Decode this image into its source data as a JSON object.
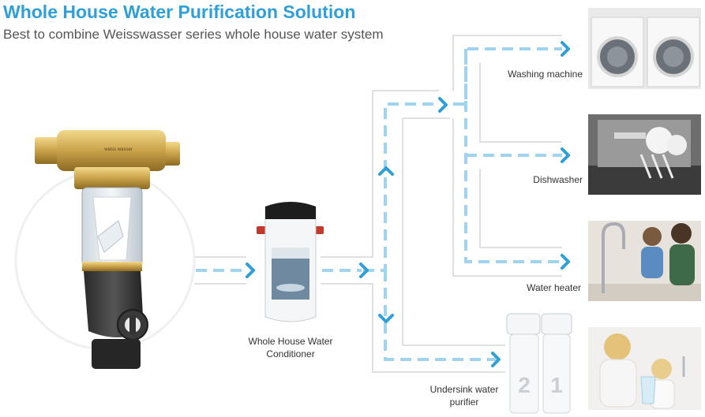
{
  "header": {
    "title": "Whole House Water Purification Solution",
    "subtitle": "Best to combine Weisswasser series whole house water system"
  },
  "products": {
    "prefilter_brand": "weiss wasser",
    "conditioner_label_line1": "Whole House Water",
    "conditioner_label_line2": "Conditioner",
    "undersink_label_line1": "Undersink water",
    "undersink_label_line2": "purifier",
    "stage_1": "1",
    "stage_2": "2"
  },
  "destinations": {
    "washing_machine": "Washing machine",
    "dishwasher": "Dishwasher",
    "water_heater": "Water heater"
  },
  "colors": {
    "accent": "#2e9fd8",
    "flow_line": "#9fd3ee",
    "arrow": "#2e9fd8",
    "brass": "#c9a24a",
    "text": "#333333"
  }
}
